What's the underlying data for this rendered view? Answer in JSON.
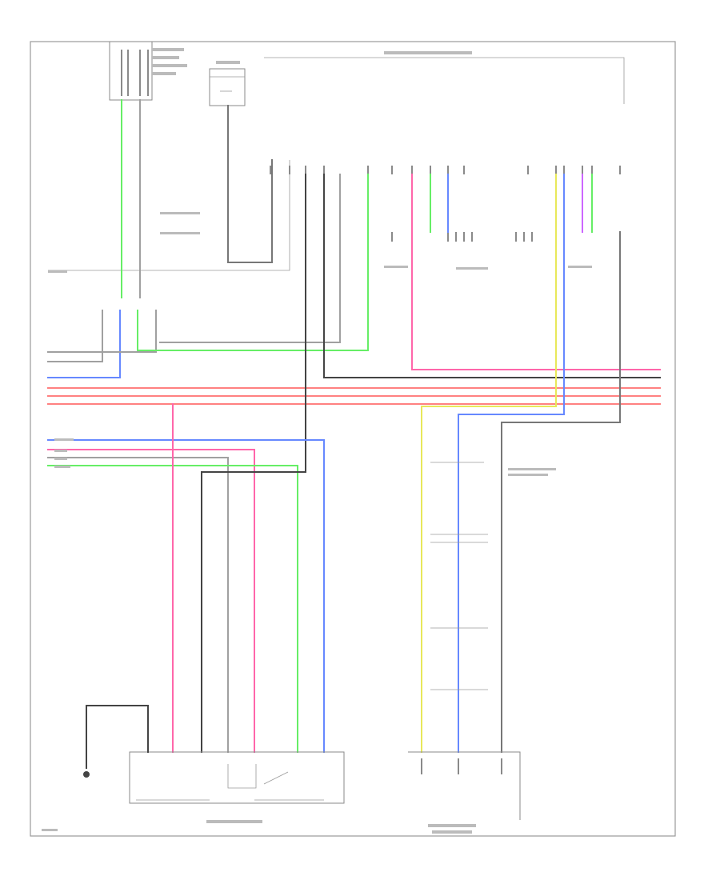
{
  "components": [
    {
      "id": "control_module_left",
      "label": ""
    },
    {
      "id": "sensor_top",
      "label": ""
    },
    {
      "id": "auxiliary_audio_input",
      "label": ""
    },
    {
      "id": "steering_wheel_controls",
      "label": ""
    }
  ],
  "wires": [
    {
      "id": "w_pink_1",
      "color": "#ff66aa"
    },
    {
      "id": "w_pink_2",
      "color": "#ff66aa"
    },
    {
      "id": "w_red_1",
      "color": "#ff8080"
    },
    {
      "id": "w_red_2",
      "color": "#ff8080"
    },
    {
      "id": "w_green_1",
      "color": "#66ee66"
    },
    {
      "id": "w_green_2",
      "color": "#66ee66"
    },
    {
      "id": "w_blue_1",
      "color": "#6688ff"
    },
    {
      "id": "w_blue_2",
      "color": "#6688ff"
    },
    {
      "id": "w_yellow",
      "color": "#e8e85a"
    },
    {
      "id": "w_black",
      "color": "#444444"
    },
    {
      "id": "w_gray",
      "color": "#a0a0a0"
    },
    {
      "id": "w_violet",
      "color": "#cc66ff"
    }
  ],
  "labels": {
    "page_num": ""
  }
}
